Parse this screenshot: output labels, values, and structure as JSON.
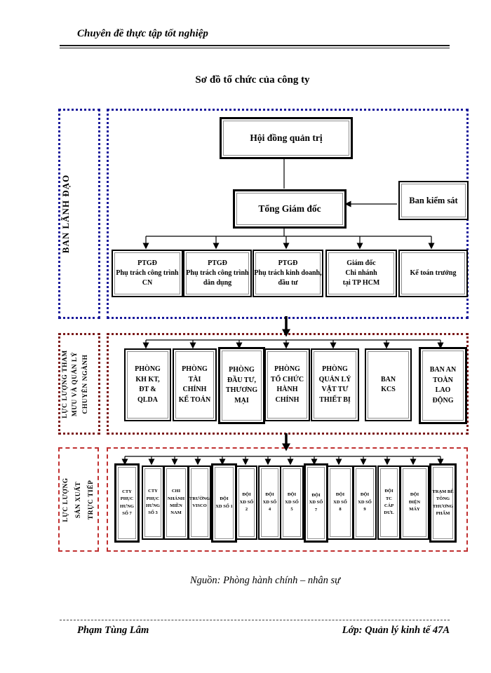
{
  "page": {
    "header_text": "Chuyên đề thực tập tốt nghiệp",
    "figure_title": "Sơ đồ tổ chức của công ty",
    "source_caption": "Nguồn: Phòng hành chính – nhân sự",
    "footer_left": "Phạm Tùng Lâm",
    "footer_right": "Lớp: Quản lý kinh tế 47A"
  },
  "org_chart": {
    "type": "org-tree-diagram",
    "colors": {
      "leadership_frame": "#1a1a9b",
      "advisory_frame": "#7b1a1a",
      "production_frame": "#c03030",
      "box_border": "#000000"
    },
    "sections": {
      "leadership": {
        "label": "BAN LÃNH ĐẠO",
        "board": "Hội đồng quản trị",
        "ceo": "Tổng Giám đốc",
        "supervisory_board": "Ban kiểm sát",
        "executives": [
          {
            "label": "PTGĐ\nPhụ trách công trình CN"
          },
          {
            "label": "PTGĐ\nPhụ trách công trình dân dụng"
          },
          {
            "label": "PTGĐ\nPhụ trách kinh doanh, đầu tư"
          },
          {
            "label": "Giám đốc\nChi nhánh\ntại TP HCM"
          },
          {
            "label": "Kế toán trưởng"
          }
        ]
      },
      "advisory": {
        "label": "LỰC LƯỢNG THAM\nMƯU VÀ QUẢN LÝ\nCHUYÊN NGÀNH",
        "departments": [
          {
            "label": "PHÒNG\nKH KT,\nĐT &\nQLDA"
          },
          {
            "label": "PHÒNG\nTÀI\nCHÍNH\nKẾ TOÁN"
          },
          {
            "label": "PHÒNG\nĐẦU TƯ,\nTHƯƠNG\nMẠI"
          },
          {
            "label": "PHÒNG\nTỔ CHỨC\nHÀNH\nCHÍNH"
          },
          {
            "label": "PHÒNG\nQUẢN LÝ\nVẬT TƯ\nTHIẾT BỊ"
          },
          {
            "label": "BAN\nKCS"
          },
          {
            "label": "BAN AN\nTOÀN\nLAO\nĐỘNG"
          }
        ]
      },
      "production": {
        "label": "LỰC LƯỢNG\nSẢN XUẤT\nTRỰC TIẾP",
        "units": [
          {
            "label": "CTY\nPHỤC\nHƯNG\nSỐ 7"
          },
          {
            "label": "CTY\nPHỤC\nHƯNG\nSỐ 3"
          },
          {
            "label": "CHI\nNHÁNH\nMIỀN\nNAM"
          },
          {
            "label": "TRƯỜNG\nVISCO"
          },
          {
            "label": "ĐỘI\nXD SỐ 1"
          },
          {
            "label": "ĐỘI\nXD SỐ\n2"
          },
          {
            "label": "ĐỘI\nXD SỐ\n4"
          },
          {
            "label": "ĐỘI\nXD SỐ\n5"
          },
          {
            "label": "ĐỘI\nXD SỐ\n7"
          },
          {
            "label": "ĐỘI\nXD SỐ\n8"
          },
          {
            "label": "ĐỘI\nXD SỐ\n9"
          },
          {
            "label": "ĐỘI\nTC\nCÁP\nDƯL"
          },
          {
            "label": "ĐỘI\nĐIỆN\nMÁY"
          },
          {
            "label": "TRẠM BÊ\nTÔNG\nTHƯƠNG\nPHẨM"
          }
        ]
      }
    }
  }
}
